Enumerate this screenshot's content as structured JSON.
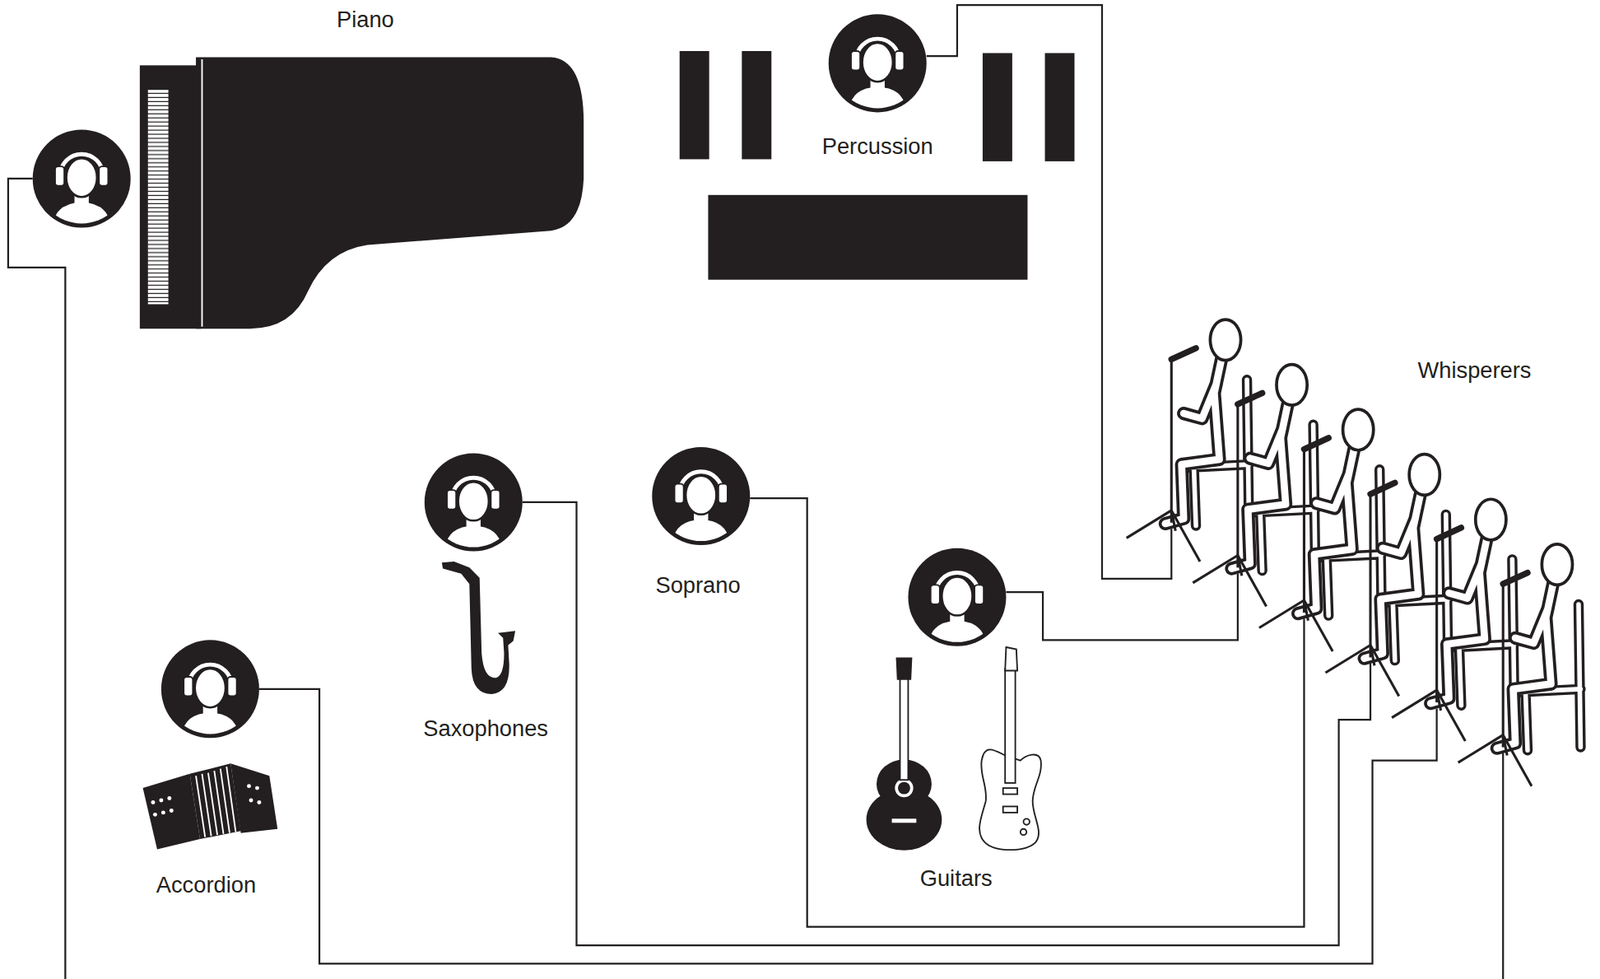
{
  "diagram": {
    "nodes": [
      {
        "text": [
          "Piano"
        ]
      },
      {
        "text": [
          "Percussion"
        ]
      },
      {
        "text": [
          "Whisperers"
        ]
      },
      {
        "text": [
          "Saxophones"
        ]
      },
      {
        "text": [
          "Soprano"
        ]
      },
      {
        "text": [
          "Guitars"
        ]
      },
      {
        "text": [
          "Accordion"
        ]
      }
    ],
    "edges": [
      {
        "from": 0,
        "to": 2,
        "arrow": "none"
      },
      {
        "from": 1,
        "to": 2,
        "arrow": "none"
      },
      {
        "from": 3,
        "to": 2,
        "arrow": "none"
      },
      {
        "from": 4,
        "to": 2,
        "arrow": "none"
      },
      {
        "from": 5,
        "to": 2,
        "arrow": "none"
      },
      {
        "from": 6,
        "to": 2,
        "arrow": "none"
      }
    ]
  }
}
